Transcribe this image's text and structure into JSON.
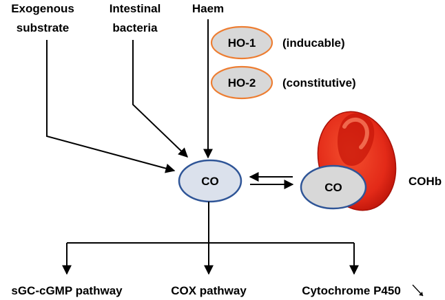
{
  "sources": {
    "exogenous_line1": "Exogenous",
    "exogenous_line2": "substrate",
    "intestinal_line1": "Intestinal",
    "intestinal_line2": "bacteria",
    "haem": "Haem"
  },
  "enzymes": {
    "ho1_label": "HO-1",
    "ho1_note": "(inducable)",
    "ho2_label": "HO-2",
    "ho2_note": "(constitutive)"
  },
  "center": {
    "co_label": "CO"
  },
  "rbc": {
    "co_label": "CO",
    "cohb_label": "COHb"
  },
  "outputs": {
    "sgc": "sGC-cGMP pathway",
    "cox": "COX pathway",
    "p450": "Cytochrome P450"
  },
  "colors": {
    "enzyme_fill": "#d8d8d8",
    "enzyme_stroke": "#ed7d31",
    "co_fill": "#dbe1ec",
    "co_stroke": "#2f5597",
    "rbc_dark": "#c00000",
    "rbc_main": "#e8321e",
    "rbc_highlight": "#f05a3c",
    "line": "#000000"
  }
}
